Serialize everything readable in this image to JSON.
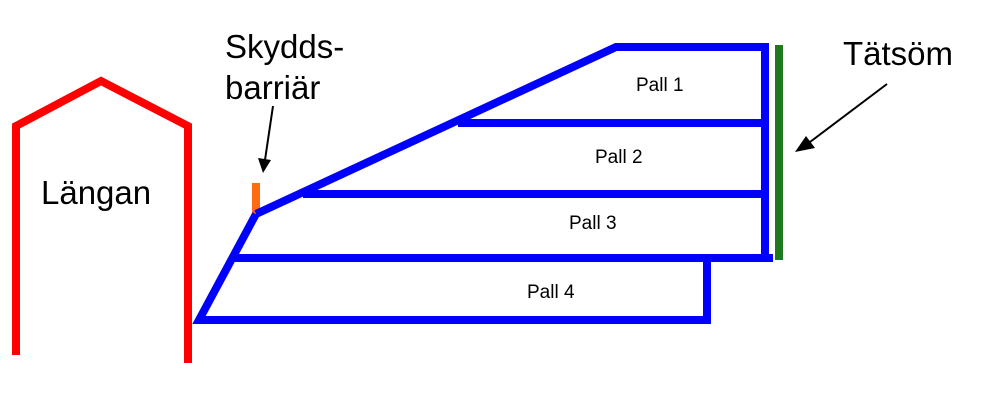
{
  "labels": {
    "building": "Längan",
    "barrier_line1": "Skydds-",
    "barrier_line2": "barriär",
    "seal": "Tätsöm"
  },
  "pallets": [
    {
      "label": "Pall 1"
    },
    {
      "label": "Pall 2"
    },
    {
      "label": "Pall 3"
    },
    {
      "label": "Pall 4"
    }
  ],
  "colors": {
    "building": "#ff0000",
    "pallet_outline": "#0000ff",
    "barrier": "#ff6a13",
    "seal": "#1f7a1f",
    "arrow": "#000000"
  }
}
